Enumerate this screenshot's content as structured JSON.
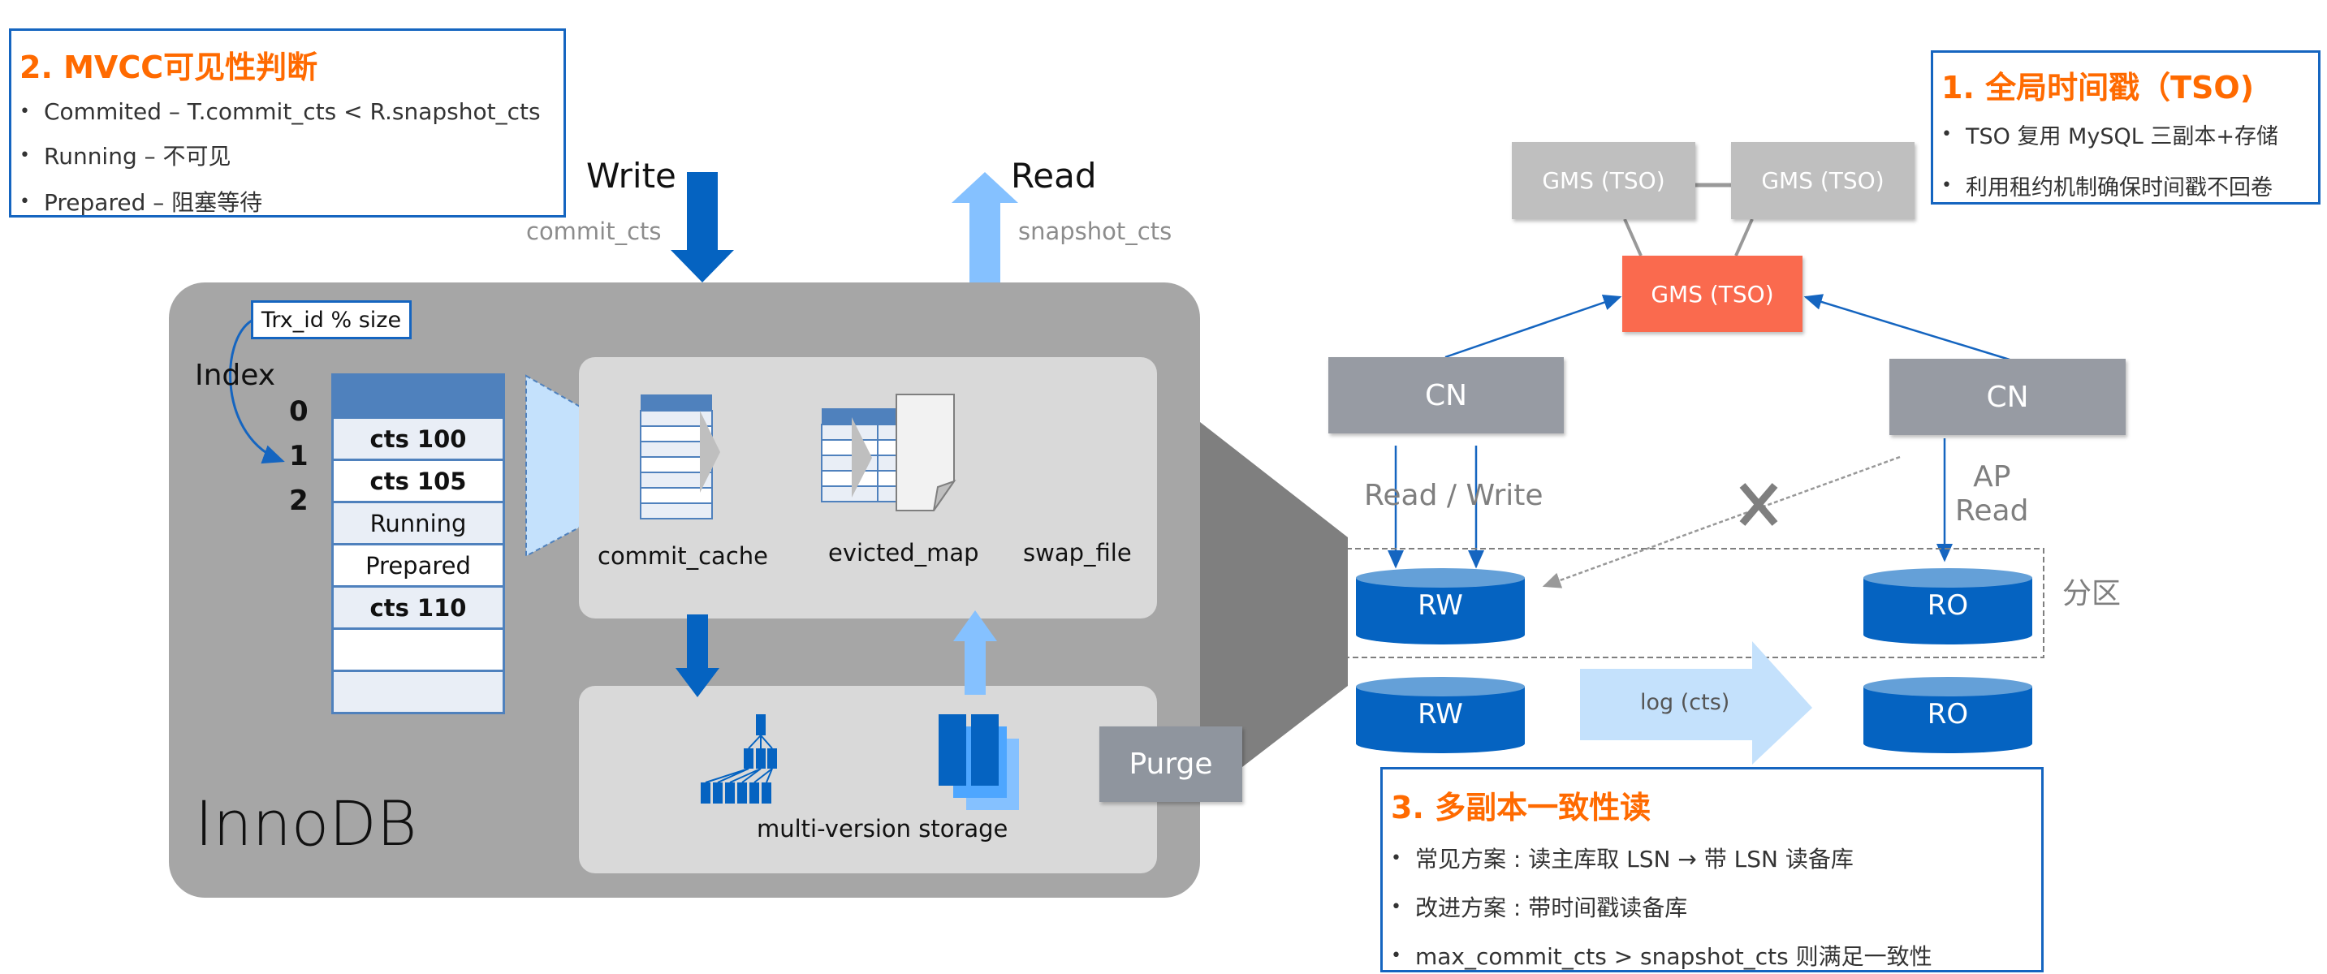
{
  "mvcc_box": {
    "title": "2. MVCC可见性判断",
    "bullets": [
      "Commited – T.commit_cts < R.snapshot_cts",
      "Running – 不可见",
      "Prepared – 阻塞等待"
    ]
  },
  "tso_box": {
    "title": "1. 全局时间戳（TSO)",
    "bullets": [
      "TSO 复用 MySQL 三副本+存储",
      "利用租约机制确保时间戳不回卷"
    ]
  },
  "consistency_box": {
    "title": "3. 多副本一致性读",
    "bullets": [
      "常见方案 : 读主库取 LSN → 带 LSN 读备库",
      "改进方案 : 带时间戳读备库",
      "max_commit_cts > snapshot_cts 则满足一致性"
    ]
  },
  "io": {
    "write_label": "Write",
    "write_sub": "commit_cts",
    "read_label": "Read",
    "read_sub": "snapshot_cts"
  },
  "innodb": {
    "title": "InnoDB",
    "hash_label": "Trx_id % size",
    "index_label": "Index",
    "indexes": [
      "0",
      "1",
      "2"
    ],
    "slots": [
      {
        "text": "",
        "bold": false,
        "header": true
      },
      {
        "text": "cts 100",
        "bold": true
      },
      {
        "text": "cts 105",
        "bold": true
      },
      {
        "text": "Running",
        "bold": false
      },
      {
        "text": "Prepared",
        "bold": false
      },
      {
        "text": "cts 110",
        "bold": true
      },
      {
        "text": "",
        "bold": false
      },
      {
        "text": "",
        "bold": false
      }
    ],
    "cache_labels": {
      "commit_cache": "commit_cache",
      "evicted_map": "evicted_map",
      "swap_file": "swap_file"
    },
    "storage_label": "multi-version storage",
    "purge_label": "Purge"
  },
  "cluster": {
    "gms_nodes": [
      "GMS (TSO)",
      "GMS (TSO)"
    ],
    "gms_leader": "GMS (TSO)",
    "cn_left": "CN",
    "cn_right": "CN",
    "rw_label": "Read / Write",
    "ap_label_1": "AP",
    "ap_label_2": "Read",
    "partition_label": "分区",
    "log_label": "log (cts)",
    "rw_nodes": [
      "RW",
      "RW"
    ],
    "ro_nodes": [
      "RO",
      "RO"
    ]
  },
  "colors": {
    "accent_orange": "#ff6a00",
    "border_blue": "#1565c0",
    "db_blue": "#0563c1",
    "db_top": "#64a0d8",
    "gms_leader": "#fa6a4e",
    "gms": "#bfbfbf",
    "cn": "#979ba3",
    "innodb_bg": "#a6a6a6",
    "panel_bg": "#d9d9d9",
    "light_arrow": "#85c1ff",
    "log_arrow": "#c4e1fc"
  }
}
